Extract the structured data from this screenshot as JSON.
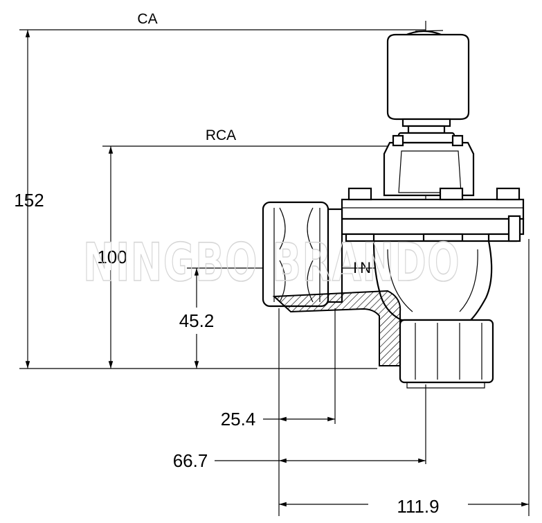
{
  "labels": {
    "ca": "CA",
    "rca": "RCA",
    "inlet": "IN"
  },
  "dimensions": {
    "overall_height": "152",
    "rca_height": "100",
    "inlet_height": "45.2",
    "inlet_offset": "25.4",
    "outlet_offset": "66.7",
    "overall_width": "111.9"
  },
  "watermark": "NINGBO BRANDO"
}
